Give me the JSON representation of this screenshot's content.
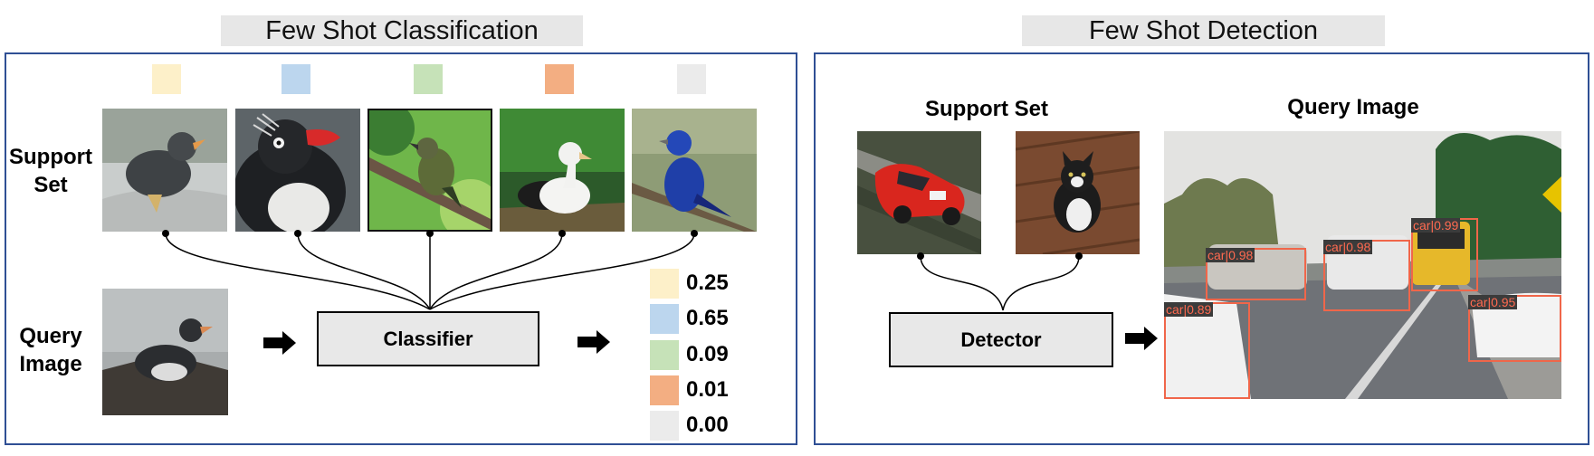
{
  "classification": {
    "title": "Few Shot Classification",
    "support_label": "Support\nSet",
    "query_label": "Query\nImage",
    "classifier_label": "Classifier",
    "support_images": [
      "auklet-photo",
      "penguin-photo",
      "songbird-photo",
      "albatross-photo",
      "bluebird-photo"
    ],
    "swatch_colors": [
      "#fdf0c9",
      "#bcd6ee",
      "#c6e2b8",
      "#f3ae82",
      "#ebebeb"
    ],
    "scores": [
      {
        "value": "0.25",
        "color": "#fdf0c9"
      },
      {
        "value": "0.65",
        "color": "#bcd6ee"
      },
      {
        "value": "0.09",
        "color": "#c6e2b8"
      },
      {
        "value": "0.01",
        "color": "#f3ae82"
      },
      {
        "value": "0.00",
        "color": "#ebebeb"
      }
    ]
  },
  "detection": {
    "title": "Few Shot Detection",
    "support_label": "Support Set",
    "query_label": "Query Image",
    "detector_label": "Detector",
    "support_images": [
      "rally-car-photo",
      "cat-photo"
    ],
    "detections": [
      {
        "label": "car|0.98"
      },
      {
        "label": "car|0.98"
      },
      {
        "label": "car|0.99"
      },
      {
        "label": "car|0.89"
      },
      {
        "label": "car|0.95"
      }
    ]
  },
  "colors": {
    "panel_border": "#2f4f94",
    "detection_box": "#f0664a"
  }
}
